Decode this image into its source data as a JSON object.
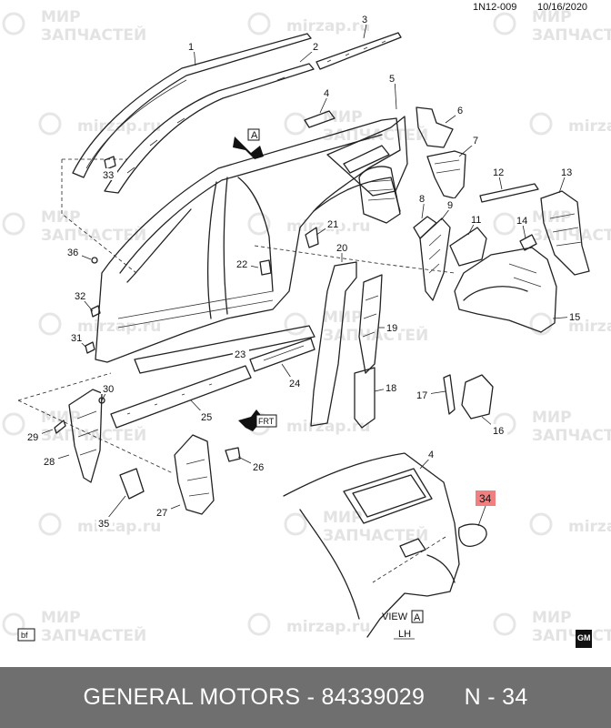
{
  "header": {
    "ref_code": "1N12-009",
    "date": "10/16/2020"
  },
  "watermark": {
    "line1": "МИР",
    "line2": "ЗАПЧАСТЕЙ",
    "site": "mirzap.ru"
  },
  "callouts": [
    {
      "id": "1",
      "label": "1"
    },
    {
      "id": "2",
      "label": "2"
    },
    {
      "id": "3",
      "label": "3"
    },
    {
      "id": "4",
      "label": "4"
    },
    {
      "id": "4b",
      "label": "4"
    },
    {
      "id": "5",
      "label": "5"
    },
    {
      "id": "6",
      "label": "6"
    },
    {
      "id": "7",
      "label": "7"
    },
    {
      "id": "8",
      "label": "8"
    },
    {
      "id": "9",
      "label": "9"
    },
    {
      "id": "11",
      "label": "11"
    },
    {
      "id": "12",
      "label": "12"
    },
    {
      "id": "13",
      "label": "13"
    },
    {
      "id": "14",
      "label": "14"
    },
    {
      "id": "15",
      "label": "15"
    },
    {
      "id": "16",
      "label": "16"
    },
    {
      "id": "17",
      "label": "17"
    },
    {
      "id": "18",
      "label": "18"
    },
    {
      "id": "19",
      "label": "19"
    },
    {
      "id": "20",
      "label": "20"
    },
    {
      "id": "21",
      "label": "21"
    },
    {
      "id": "22",
      "label": "22"
    },
    {
      "id": "23",
      "label": "23"
    },
    {
      "id": "24",
      "label": "24"
    },
    {
      "id": "25",
      "label": "25"
    },
    {
      "id": "26",
      "label": "26"
    },
    {
      "id": "27",
      "label": "27"
    },
    {
      "id": "28",
      "label": "28"
    },
    {
      "id": "29",
      "label": "29"
    },
    {
      "id": "30",
      "label": "30"
    },
    {
      "id": "31",
      "label": "31"
    },
    {
      "id": "32",
      "label": "32"
    },
    {
      "id": "33",
      "label": "33"
    },
    {
      "id": "35",
      "label": "35"
    },
    {
      "id": "36",
      "label": "36"
    }
  ],
  "highlight_callout": {
    "label": "34",
    "color": "#f08080"
  },
  "view_marker": {
    "prefix": "VIEW",
    "letter": "A",
    "side": "LH"
  },
  "arrows": {
    "a_label": "A",
    "fwd_label": "FRT"
  },
  "corner_tags": {
    "bottom_left": "bf",
    "logo": "GM"
  },
  "footer": {
    "brand": "GENERAL MOTORS",
    "separator": "-",
    "part_number": "84339029",
    "position": "N - 34"
  }
}
